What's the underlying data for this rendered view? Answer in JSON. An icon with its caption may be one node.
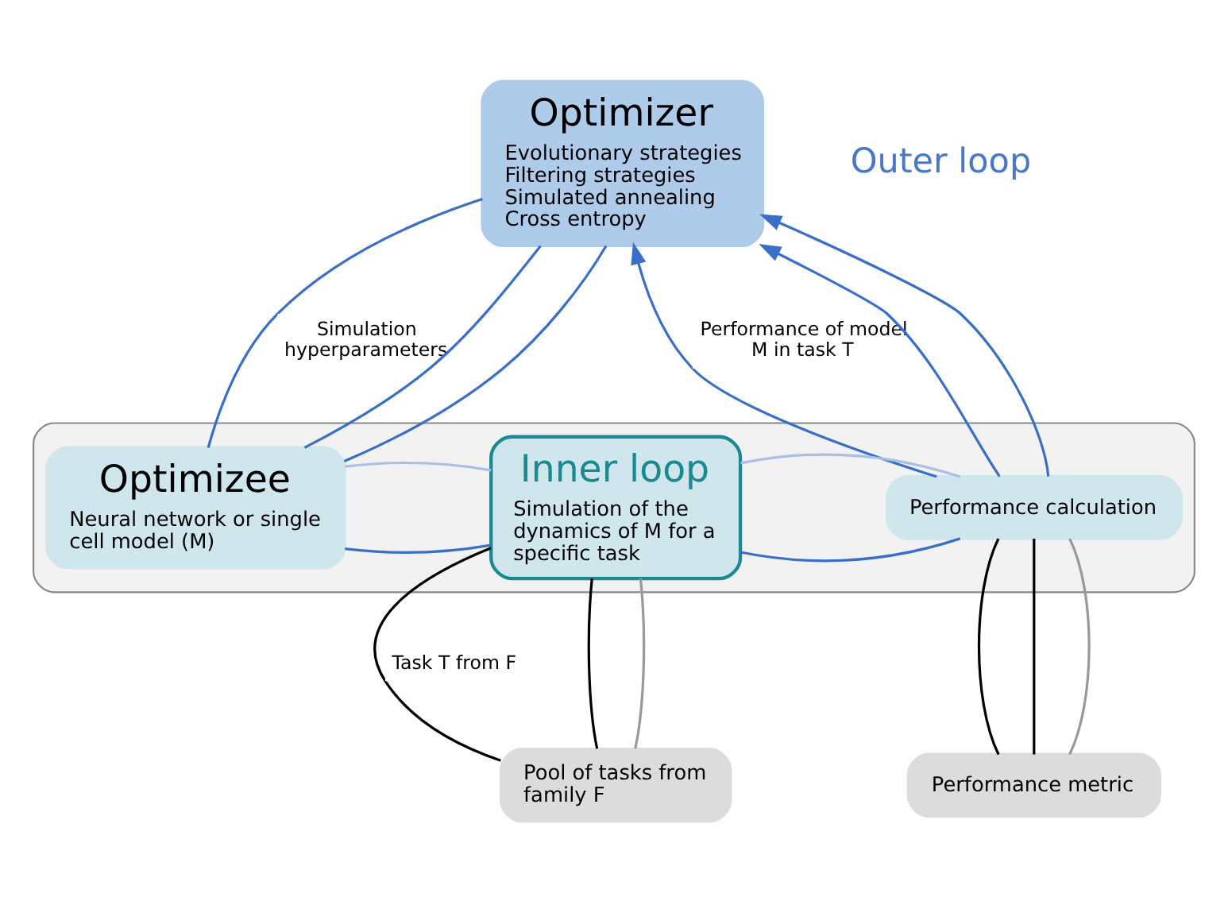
{
  "diagram": {
    "nodes": [
      {
        "text": [
          "Optimizer",
          "Evolutionary strategies Filtering strategies Simulated annealing Cross entropy"
        ]
      },
      {
        "text": [],
        "shape": "box"
      },
      {
        "text": [
          "Optimizee",
          "Neural network or single cell model (M)"
        ],
        "in": 1
      },
      {
        "text": [
          "Inner loop",
          "Simulation of the dynamics of M for a specific task"
        ],
        "in": 1
      },
      {
        "text": [
          "Performance calculation"
        ],
        "in": 1
      },
      {
        "text": [
          "Pool of tasks from family F"
        ]
      },
      {
        "text": [
          "Performance metric"
        ]
      }
    ],
    "edges": [
      {
        "from": 0,
        "to": 2,
        "arrow": "none",
        "label": "Simulation hyperparameters"
      },
      {
        "from": 0,
        "to": 2,
        "arrow": "none"
      },
      {
        "from": 0,
        "to": 2,
        "arrow": "none"
      },
      {
        "from": 4,
        "to": 0,
        "arrow": "to",
        "label": "Performance of model M in task T"
      },
      {
        "from": 4,
        "to": 0,
        "arrow": "to"
      },
      {
        "from": 4,
        "to": 0,
        "arrow": "to"
      },
      {
        "from": 2,
        "to": 3,
        "arrow": "none"
      },
      {
        "from": 2,
        "to": 3,
        "arrow": "none",
        "color": "#a9bfe6"
      },
      {
        "from": 3,
        "to": 4,
        "arrow": "none"
      },
      {
        "from": 3,
        "to": 4,
        "arrow": "none",
        "color": "#a9bfe6"
      },
      {
        "from": 3,
        "to": 5,
        "arrow": "none",
        "color": "#000000",
        "label": "Task T from F"
      },
      {
        "from": 3,
        "to": 5,
        "arrow": "none",
        "color": "#000000"
      },
      {
        "from": 3,
        "to": 5,
        "arrow": "none",
        "color": "#999999"
      },
      {
        "from": 4,
        "to": 6,
        "arrow": "none",
        "color": "#000000"
      },
      {
        "from": 4,
        "to": 6,
        "arrow": "none",
        "color": "#000000"
      },
      {
        "from": 4,
        "to": 6,
        "arrow": "none",
        "color": "#999999"
      }
    ],
    "labels": [
      "Outer loop"
    ]
  }
}
